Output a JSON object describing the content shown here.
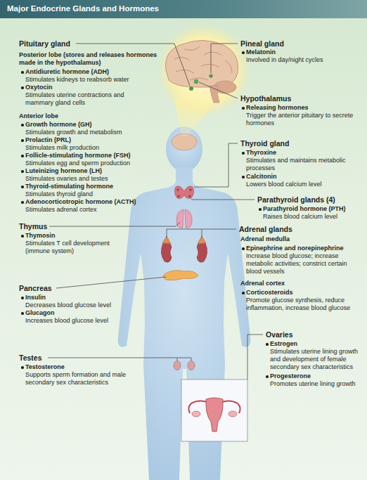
{
  "diagram": {
    "title": "Major Endocrine Glands and Hormones",
    "labels": [
      "Pituitary gland",
      "Posterior lobe (stores and releases hormones made in the hypothalamus)",
      "Antidiuretic hormone (ADH)",
      "Stimulates kidneys to reabsorb water",
      "Oxytocin",
      "Stimulates uterine contractions and mammary gland cells",
      "Anterior lobe",
      "Growth hormone (GH)",
      "Stimulates growth and metabolism",
      "Prolactin (PRL)",
      "Stimulates milk production",
      "Follicle-stimulating hormone (FSH)",
      "Stimulates egg and sperm production",
      "Luteinizing hormone (LH)",
      "Stimulates ovaries and testes",
      "Thyroid-stimulating hormone",
      "Stimulates thyroid gland",
      "Adenocorticotropic hormone (ACTH)",
      "Stimulates adrenal cortex",
      "Thymus",
      "Thymosin",
      "Stimulates T cell development (immune system)",
      "Pancreas",
      "Insulin",
      "Decreases blood glucose level",
      "Glucagon",
      "Increases blood glucose level",
      "Testes",
      "Testosterone",
      "Supports sperm formation and male secondary sex characteristics",
      "Pineal gland",
      "Melatonin",
      "Involved in day/night cycles",
      "Hypothalamus",
      "Releasing hormones",
      "Trigger the anterior pituitary to secrete hormones",
      "Thyroid gland",
      "Thyroxine",
      "Stimulates and maintains metabolic processes",
      "Calcitonin",
      "Lowers blood calcium level",
      "Parathyroid glands (4)",
      "Parathyroid hormone (PTH)",
      "Raises blood calcium level",
      "Adrenal glands",
      "Adrenal medulla",
      "Epinephrine and norepinephrine",
      "Increase blood glucose; increase metabolic activities; constrict certain blood vessels",
      "Adrenal cortex",
      "Corticosteroids",
      "Promote glucose synthesis, reduce inflammation, increase blood glucose",
      "Ovaries",
      "Estrogen",
      "Stimulates uterine lining growth and development of female secondary sex characteristics",
      "Progesterone",
      "Promotes uterine lining growth"
    ]
  }
}
